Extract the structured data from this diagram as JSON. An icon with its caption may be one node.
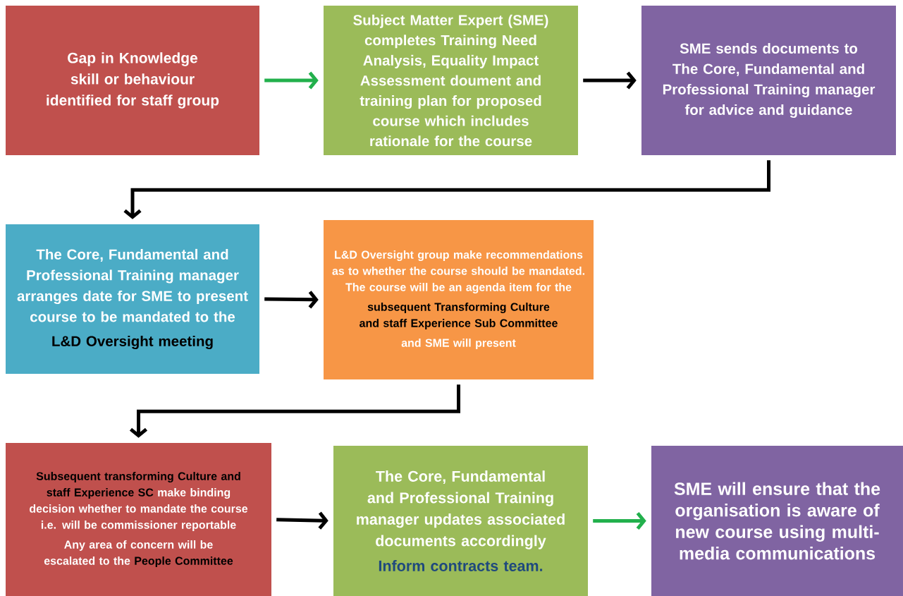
{
  "diagram": {
    "nodes": [
      {
        "text": [
          "Gap in Knowledge skill or behaviour identified for staff group"
        ]
      },
      {
        "text": [
          "Subject Matter Expert (SME) completes Training Need Analysis, Equality Impact Assessment doument and training plan for proposed course which includes rationale for the course"
        ]
      },
      {
        "text": [
          "SME sends documents to The Core, Fundamental and Professional Training manager for advice and guidance"
        ]
      },
      {
        "text": [
          "The Core, Fundamental and Professional Training manager arranges date for SME to present course to be mandated to the",
          "L&D Oversight meeting"
        ]
      },
      {
        "text": [
          "L&D Oversight group make recommendations as to whether the course should be mandated. The course will be an agenda item for the",
          "subsequent Transforming Culture and staff Experience Sub Committee",
          "and SME will present"
        ]
      },
      {
        "text": [
          "Subsequent transforming Culture and staff Experience SC",
          "make binding decision whether to mandate the course i.e. will be commissioner reportable",
          "Any area of concern will be escalated to the",
          "People Committee"
        ]
      },
      {
        "text": [
          "The Core, Fundamental and Professional Training manager updates associated documents accordingly",
          "Inform contracts team."
        ]
      },
      {
        "text": [
          "SME will ensure that the organisation is aware of new course using multi-media communications"
        ]
      }
    ],
    "edges": [
      {
        "from": 0,
        "to": 1,
        "arrow": "to",
        "color": "#22b04c"
      },
      {
        "from": 1,
        "to": 2,
        "arrow": "to"
      },
      {
        "from": 2,
        "to": 3,
        "arrow": "to"
      },
      {
        "from": 3,
        "to": 4,
        "arrow": "to"
      },
      {
        "from": 4,
        "to": 5,
        "arrow": "to"
      },
      {
        "from": 5,
        "to": 6,
        "arrow": "to"
      },
      {
        "from": 6,
        "to": 7,
        "arrow": "to",
        "color": "#22b04c"
      }
    ]
  }
}
